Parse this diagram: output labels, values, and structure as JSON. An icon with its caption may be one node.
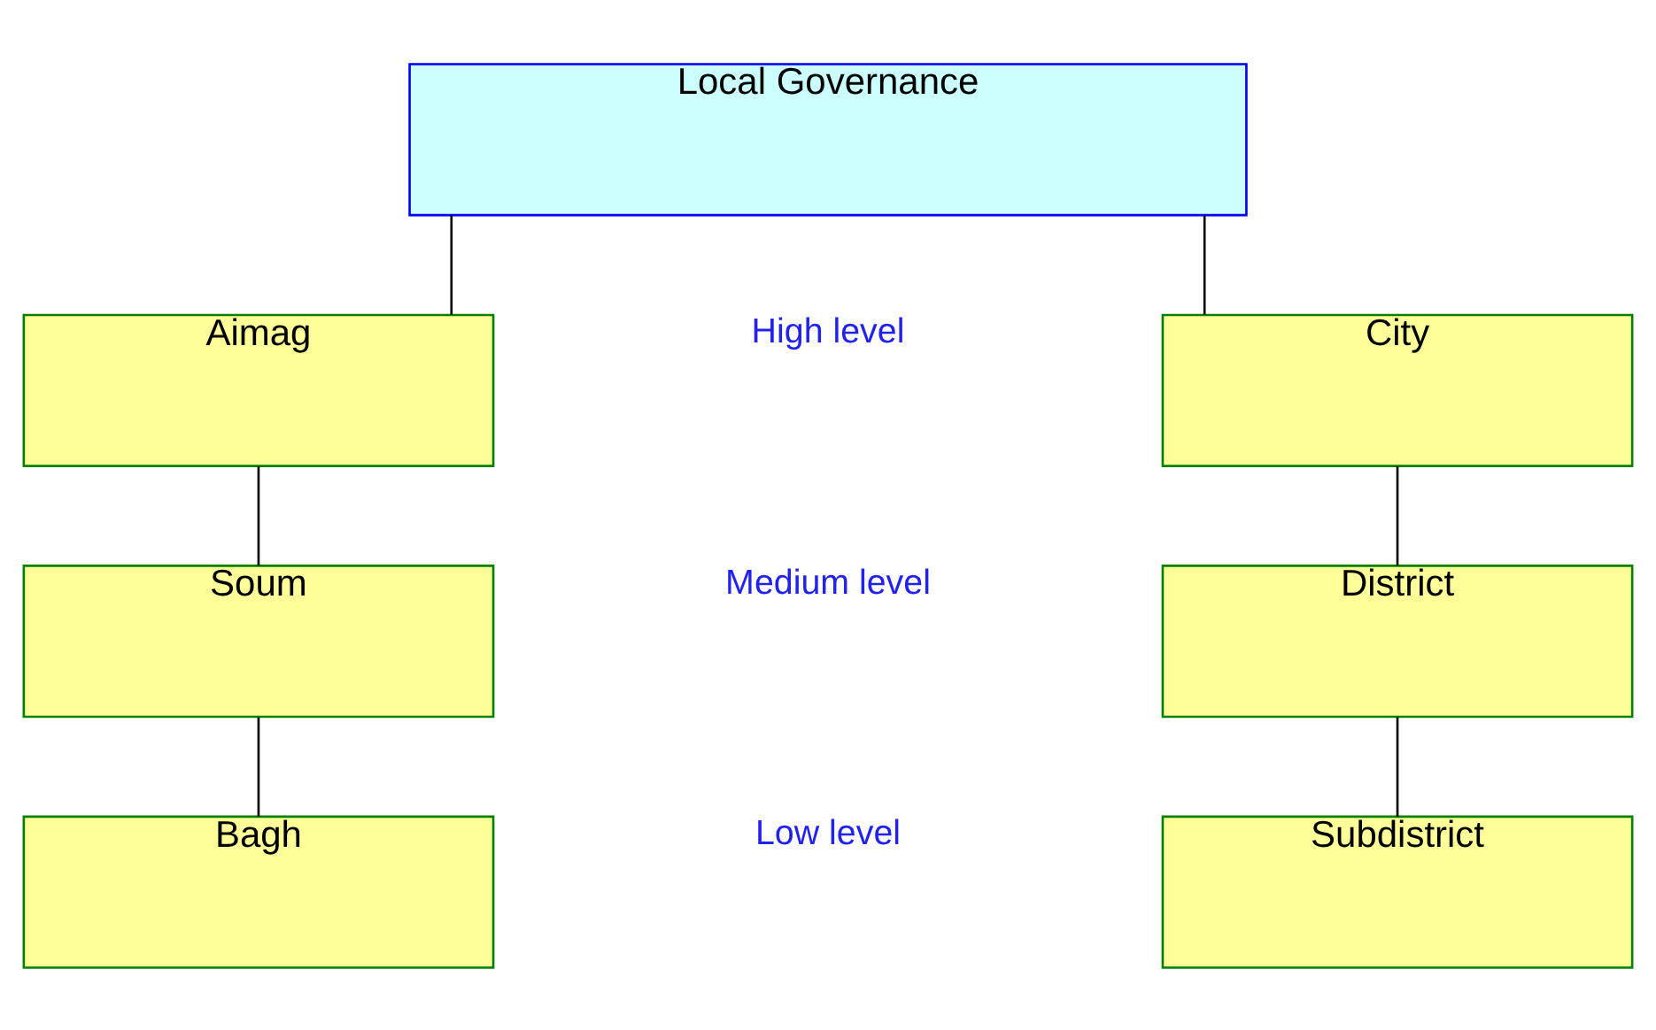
{
  "diagram": {
    "nodes": [
      {
        "text": [
          "Local Governance"
        ]
      },
      {
        "text": [
          "Aimag"
        ]
      },
      {
        "text": [
          "City"
        ]
      },
      {
        "text": [
          "Soum"
        ]
      },
      {
        "text": [
          "District"
        ]
      },
      {
        "text": [
          "Bagh"
        ]
      },
      {
        "text": [
          "Subdistrict"
        ]
      }
    ],
    "edges": [
      {
        "from": 0,
        "to": 1,
        "arrow": "none"
      },
      {
        "from": 0,
        "to": 2,
        "arrow": "none"
      },
      {
        "from": 1,
        "to": 3,
        "arrow": "none"
      },
      {
        "from": 3,
        "to": 5,
        "arrow": "none"
      },
      {
        "from": 2,
        "to": 4,
        "arrow": "none"
      },
      {
        "from": 4,
        "to": 6,
        "arrow": "none"
      }
    ],
    "labels": [
      "High level",
      "Medium level",
      "Low level"
    ]
  }
}
